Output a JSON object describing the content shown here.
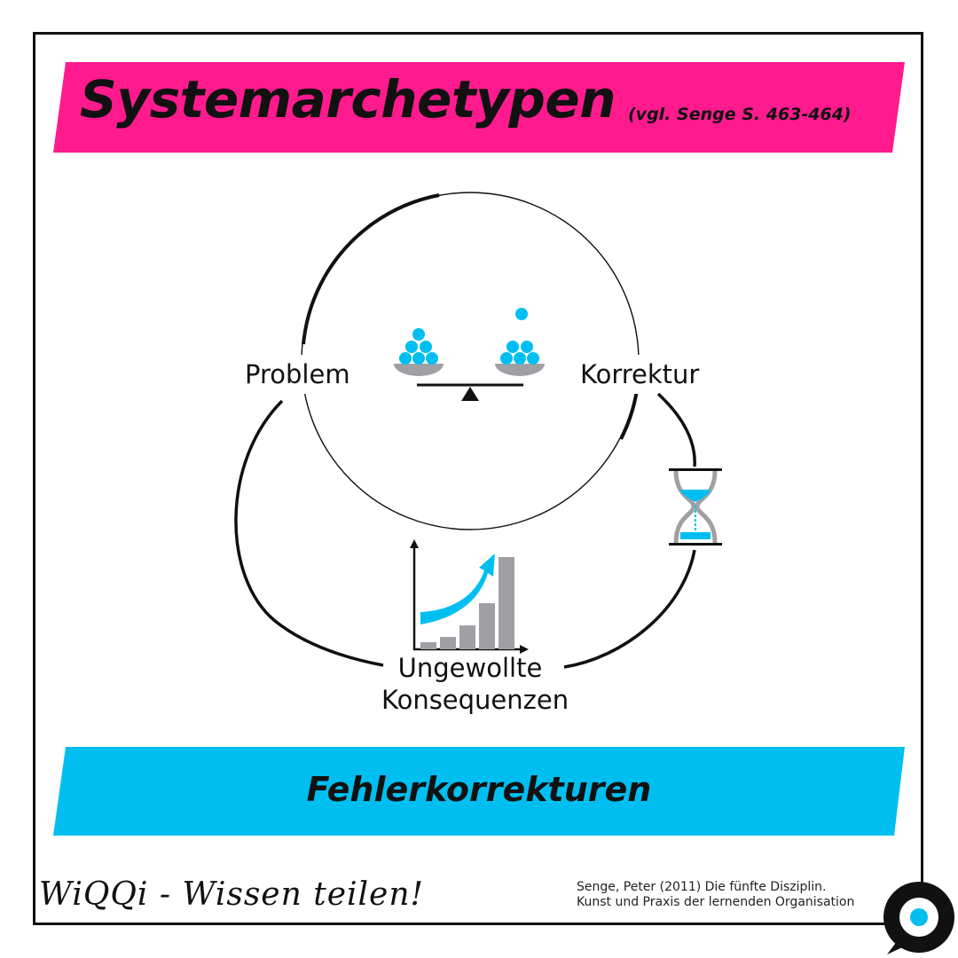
{
  "header": {
    "title": "Systemarchetypen",
    "reference": "(vgl. Senge S. 463-464)"
  },
  "diagram": {
    "nodes": {
      "problem": "Problem",
      "correction": "Korrektur",
      "consequences_line1": "Ungewollte",
      "consequences_line2": "Konsequenzen"
    },
    "icons": [
      "balance-scale-icon",
      "hourglass-icon",
      "growth-chart-icon"
    ]
  },
  "footer_banner": {
    "subtitle": "Fehlerkorrekturen"
  },
  "signature": "WiQQi - Wissen teilen!",
  "citation": {
    "line1": "Senge, Peter (2011)  Die fünfte Disziplin.",
    "line2": "Kunst und Praxis der lernenden Organisation"
  },
  "colors": {
    "magenta": "#ff1b8d",
    "cyan": "#00bff0",
    "dark": "#111111",
    "gray": "#a0a0a4"
  }
}
